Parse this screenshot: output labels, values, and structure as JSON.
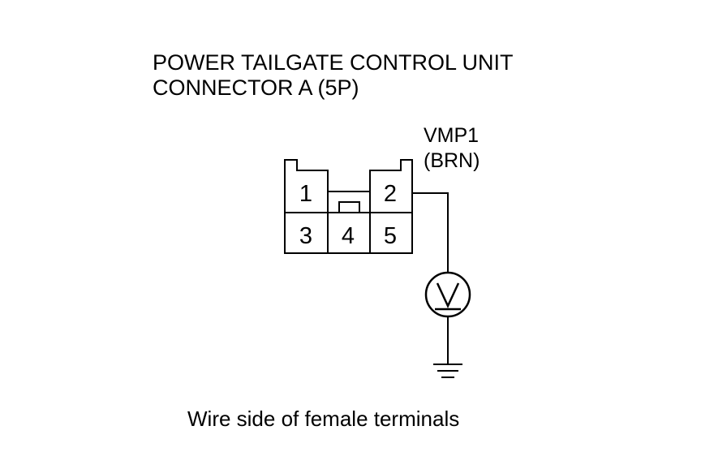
{
  "title": {
    "line1": "POWER TAILGATE CONTROL UNIT",
    "line2": "CONNECTOR A (5P)"
  },
  "wire": {
    "name": "VMP1",
    "color": "(BRN)"
  },
  "connector": {
    "pins": [
      "1",
      "2",
      "3",
      "4",
      "5"
    ]
  },
  "meter": {
    "symbol": "V",
    "icon": "voltmeter-icon"
  },
  "ground": {
    "icon": "ground-icon"
  },
  "caption": "Wire side of female terminals"
}
